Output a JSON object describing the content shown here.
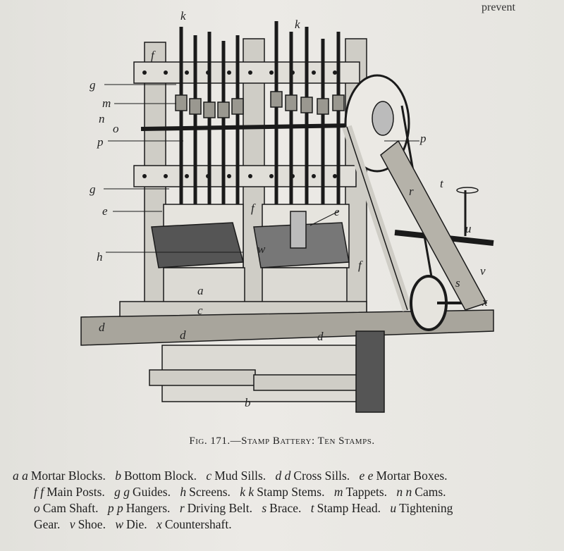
{
  "page_fragment": "prevent",
  "figure": {
    "labels": [
      "k",
      "k",
      "f",
      "g",
      "m",
      "n",
      "o",
      "p",
      "p",
      "g",
      "e",
      "f",
      "e",
      "t",
      "r",
      "u",
      "h",
      "w",
      "f",
      "v",
      "s",
      "a",
      "c",
      "x",
      "d",
      "d",
      "d",
      "b"
    ]
  },
  "caption": "Fig. 171.—Stamp Battery: Ten Stamps.",
  "legend": [
    {
      "key": "a a",
      "text": "Mortar Blocks."
    },
    {
      "key": "b",
      "text": "Bottom Block."
    },
    {
      "key": "c",
      "text": "Mud Sills."
    },
    {
      "key": "d d",
      "text": "Cross Sills."
    },
    {
      "key": "e e",
      "text": "Mortar Boxes."
    },
    {
      "key": "f f",
      "text": "Main Posts."
    },
    {
      "key": "g g",
      "text": "Guides."
    },
    {
      "key": "h",
      "text": "Screens."
    },
    {
      "key": "k k",
      "text": "Stamp Stems."
    },
    {
      "key": "m",
      "text": "Tappets."
    },
    {
      "key": "n n",
      "text": "Cams."
    },
    {
      "key": "o",
      "text": "Cam Shaft."
    },
    {
      "key": "p p",
      "text": "Hangers."
    },
    {
      "key": "r",
      "text": "Driving Belt."
    },
    {
      "key": "s",
      "text": "Brace."
    },
    {
      "key": "t",
      "text": "Stamp Head."
    },
    {
      "key": "u",
      "text": "Tightening"
    },
    {
      "key": "",
      "text": "Gear."
    },
    {
      "key": "v",
      "text": "Shoe."
    },
    {
      "key": "w",
      "text": "Die."
    },
    {
      "key": "x",
      "text": "Countershaft."
    }
  ]
}
